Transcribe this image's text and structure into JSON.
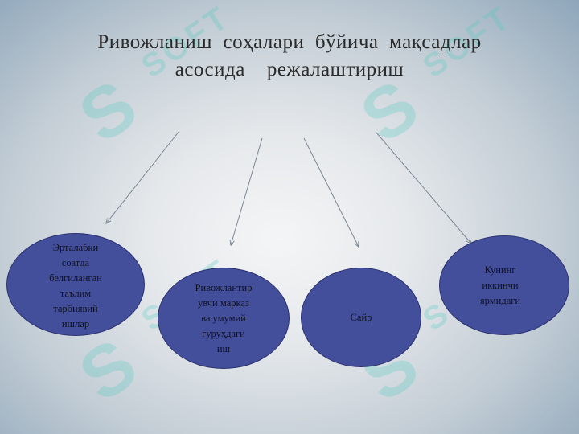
{
  "title": {
    "line1": "Ривожланиш  соҳалари  бўйича  мақсадлар",
    "line2": "асосида    режалаштириш"
  },
  "nodes": [
    {
      "label": "Эрталабки\nсоатда\nбелгиланган\nтаълим\nтарбиявий\nишлар"
    },
    {
      "label": "Ривожлантир\nувчи марказ\nва умумий\nгуруҳдаги\nиш"
    },
    {
      "label": "Сайр"
    },
    {
      "label": "Кунинг\nиккинчи\nярмидаги"
    }
  ],
  "watermark": {
    "logo": "S",
    "text": "SOFT"
  },
  "colors": {
    "node_fill": "#444f9c",
    "node_border": "#2a3170",
    "arrow": "#7c8794",
    "watermark": "#50c8be"
  }
}
